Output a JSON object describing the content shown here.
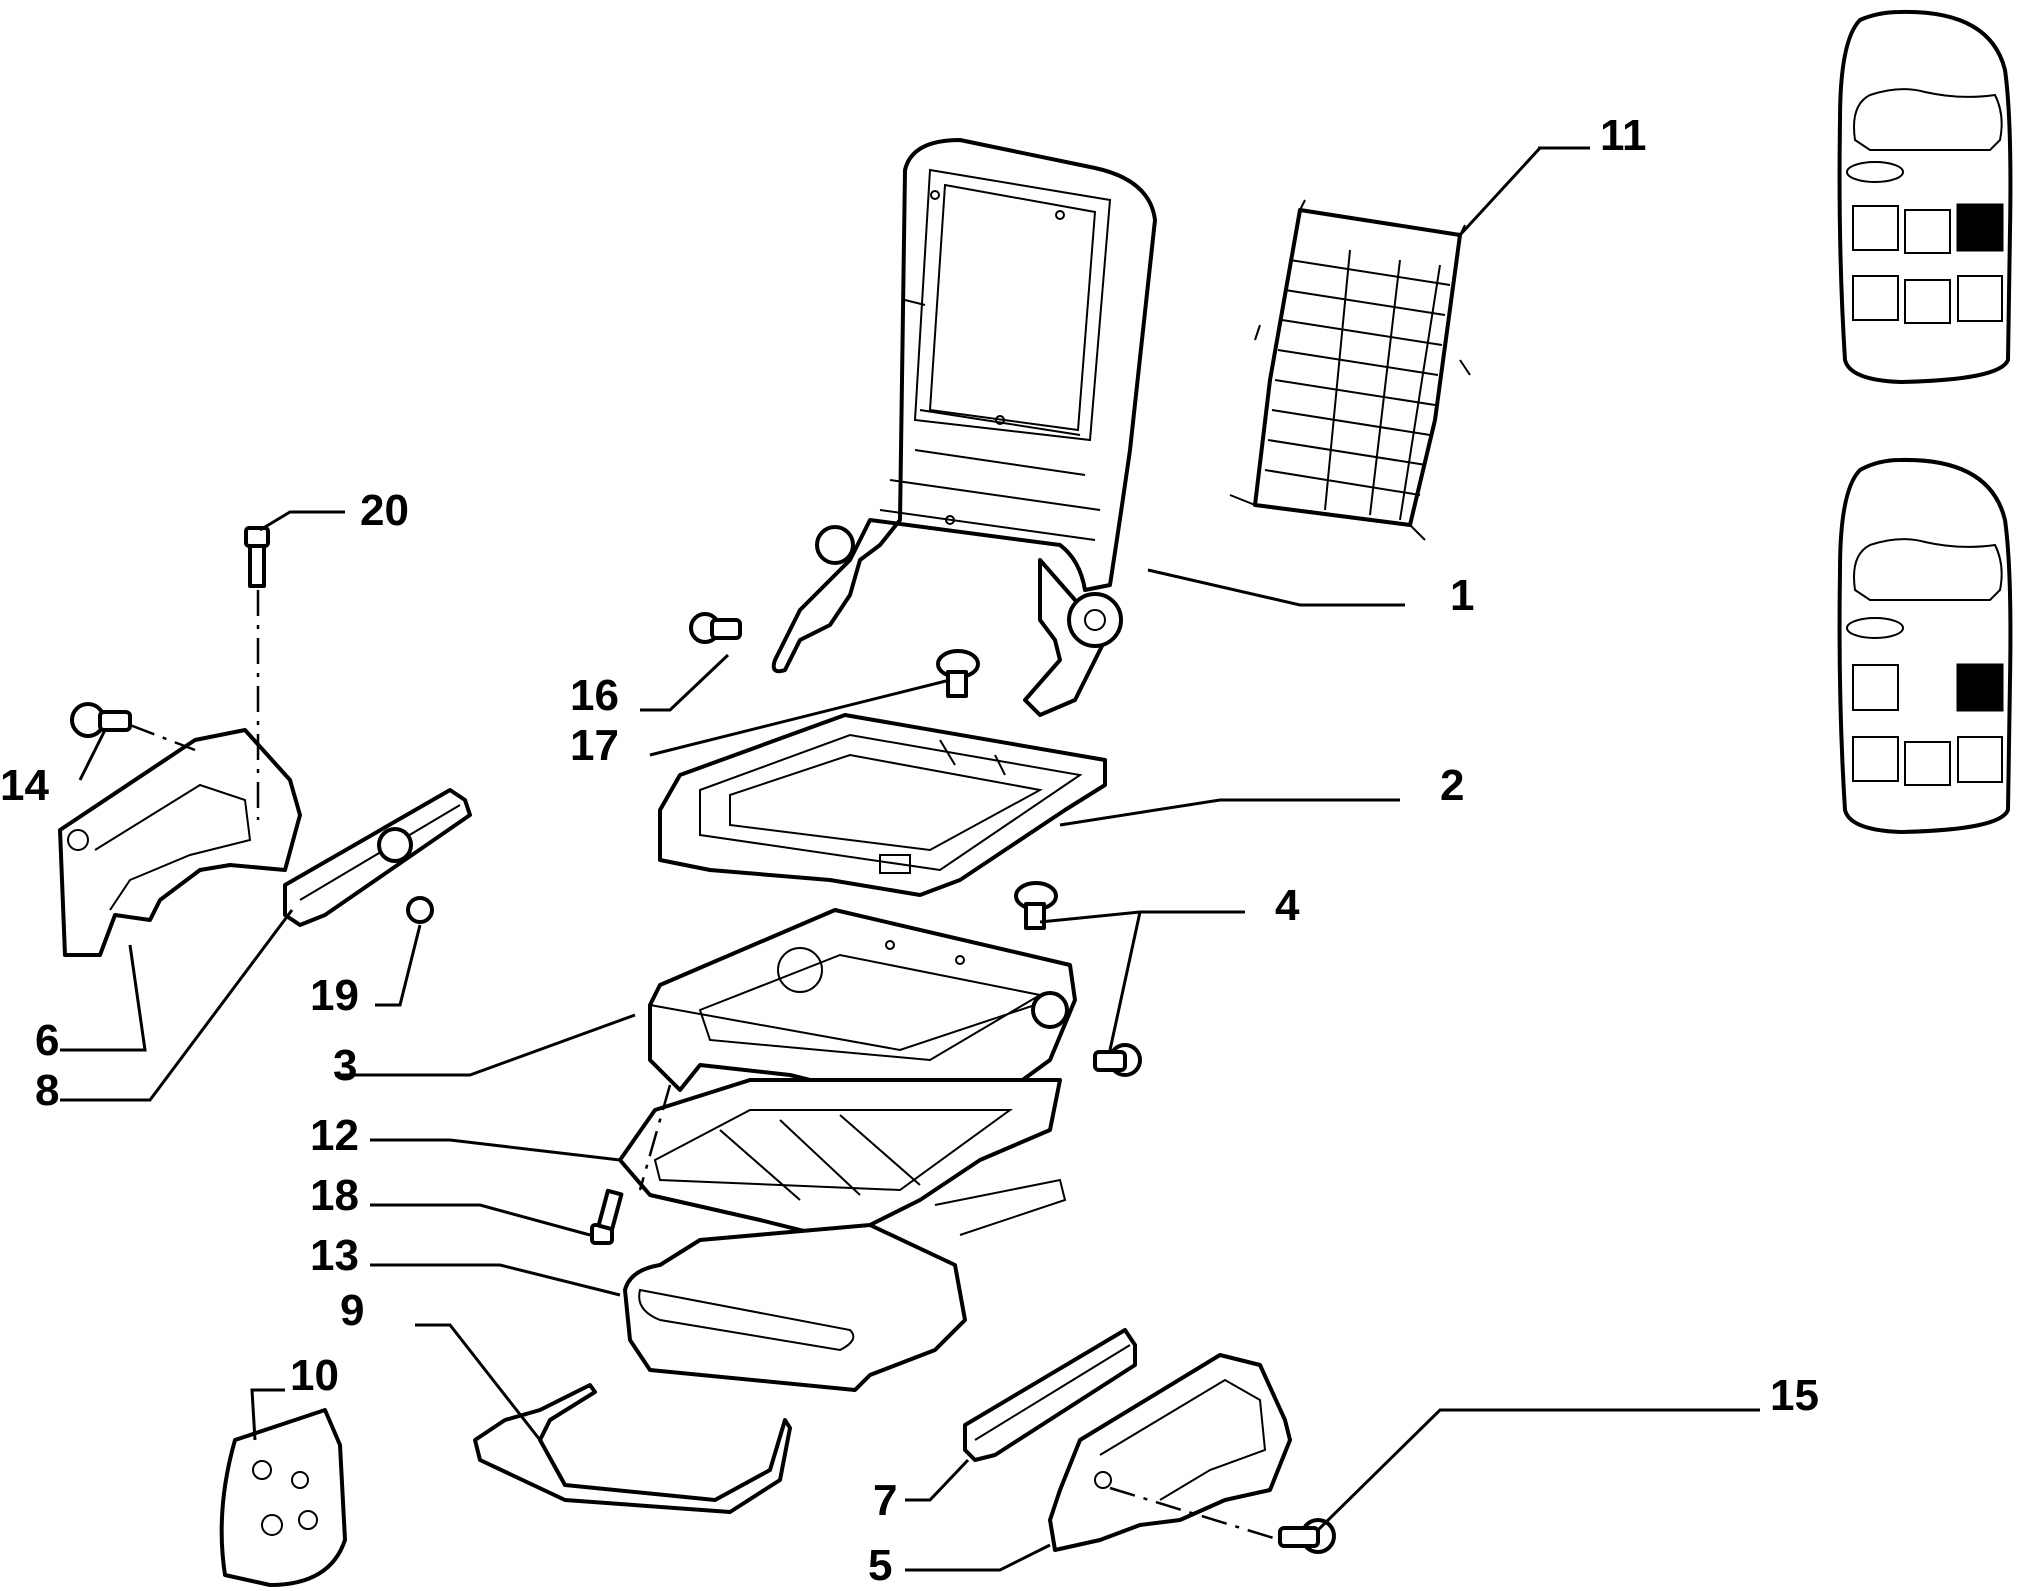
{
  "diagram": {
    "part_labels": [
      "1",
      "2",
      "3",
      "4",
      "5",
      "6",
      "7",
      "8",
      "9",
      "10",
      "11",
      "12",
      "13",
      "14",
      "15",
      "16",
      "17",
      "18",
      "19",
      "20"
    ],
    "locator_panels": [
      {
        "name": "seat-map-top",
        "highlight": "right-front-seat"
      },
      {
        "name": "seat-map-bottom",
        "highlight": "right-front-seat"
      }
    ]
  }
}
